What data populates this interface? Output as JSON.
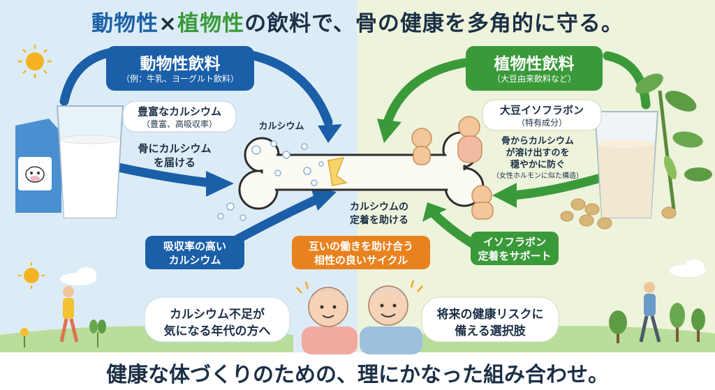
{
  "title": {
    "part1": "動物性",
    "part2": "×",
    "part3": "植物性",
    "part4": "の飲料で、骨の健康を多角的に守る。"
  },
  "animal": {
    "heading": "動物性飲料",
    "examples": "（例：牛乳、ヨーグルト飲料）",
    "bubble_line1": "豊富なカルシウム",
    "bubble_line2": "（豊富、高吸収率）",
    "deliver_line1": "骨にカルシウム",
    "deliver_line2": "を届ける",
    "calcium_label": "カルシウム",
    "absorb_line1": "吸収率の高い",
    "absorb_line2": "カルシウム"
  },
  "plant": {
    "heading": "植物性飲料",
    "examples": "（大豆由来飲料など）",
    "bubble_line1": "大豆イソフラボン",
    "bubble_line2": "（特有成分）",
    "prevent_line1": "骨からカルシウム",
    "prevent_line2": "が溶け出すのを",
    "prevent_line3": "穏やかに防ぐ",
    "prevent_line4": "（女性ホルモンに似た構造）",
    "support_line1": "イソフラボン",
    "support_line2": "定着をサポート"
  },
  "center": {
    "fix_line1": "カルシウムの",
    "fix_line2": "定着を助ける",
    "cycle_line1": "互いの働きを助け合う",
    "cycle_line2": "相性の良いサイクル"
  },
  "bottom": {
    "left_bubble_line1": "カルシウム不足が",
    "left_bubble_line2": "気になる年代の方へ",
    "right_bubble_line1": "将来の健康リスクに",
    "right_bubble_line2": "備える選択肢"
  },
  "footer": "健康な体づくりのための、理にかなった組み合わせ。",
  "colors": {
    "animal_blue": "#1a5fa8",
    "plant_green": "#3a9a3a",
    "accent_orange": "#e8821e",
    "left_bg": "#dcecf7",
    "right_bg": "#eef3dc"
  }
}
